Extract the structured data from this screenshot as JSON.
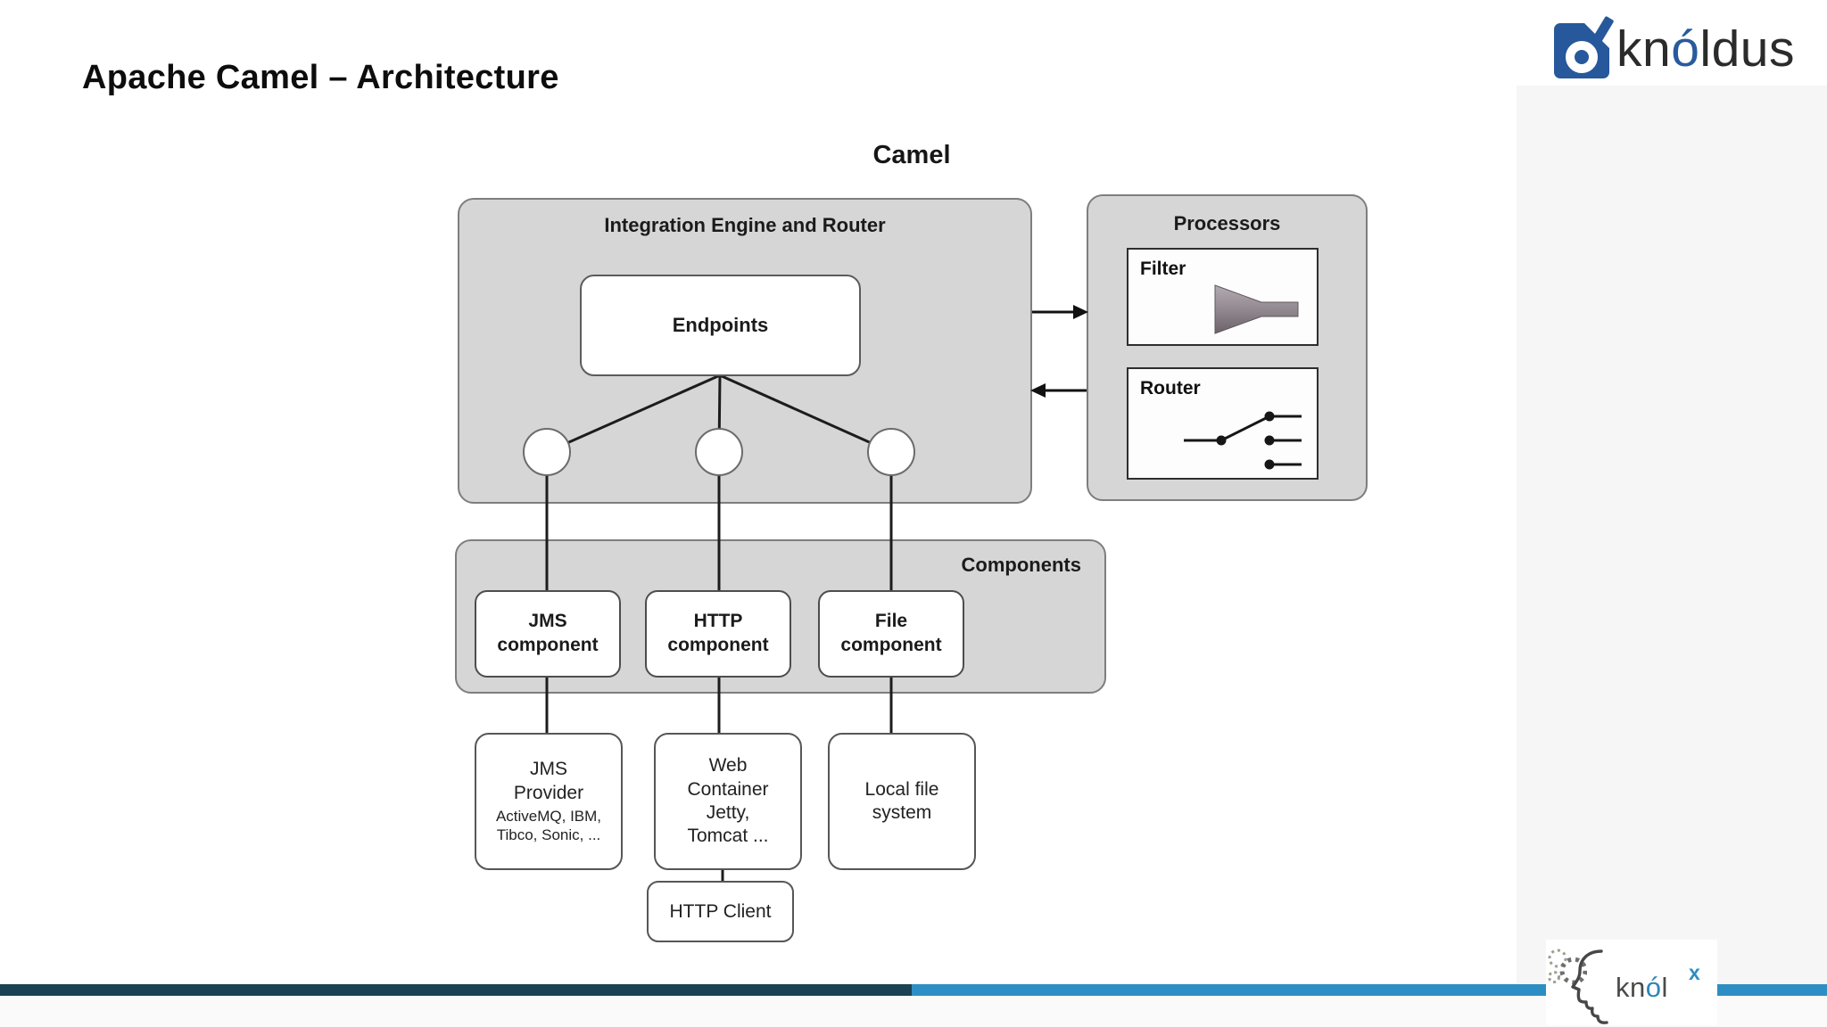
{
  "slide": {
    "title": "Apache Camel – Architecture"
  },
  "knoldus_logo": {
    "kn": "kn",
    "o": "ó",
    "ldus": "ldus"
  },
  "diagram": {
    "camel_label": "Camel",
    "integration": {
      "label": "Integration Engine and Router",
      "endpoints": "Endpoints"
    },
    "processors": {
      "label": "Processors",
      "filter": "Filter",
      "router": "Router"
    },
    "components": {
      "label": "Components",
      "jms": "JMS component",
      "http": "HTTP component",
      "file": "File component"
    },
    "providers": {
      "jms": {
        "title": "JMS Provider",
        "subtitle": "ActiveMQ, IBM, Tibco, Sonic, ..."
      },
      "web": {
        "title": "Web Container Jetty, Tomcat ..."
      },
      "file": {
        "title": "Local file system"
      }
    },
    "http_client": "HTTP Client"
  },
  "knolx_logo": {
    "kn": "kn",
    "o": "ó",
    "l": "l",
    "x": "x"
  },
  "colors": {
    "box_gray": "#d6d6d6",
    "brand_blue_dark": "#26589b",
    "footer_bar_teal": "#1b4253",
    "footer_bar_blue": "#2d8ec3",
    "knolx_blue": "#2e86b8"
  }
}
